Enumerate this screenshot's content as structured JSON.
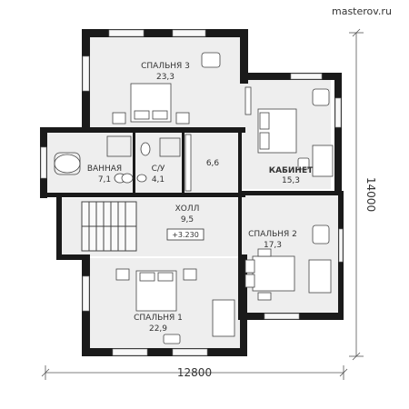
{
  "watermark": "masterov.ru",
  "rooms": {
    "bedroom3": {
      "name": "СПАЛЬНЯ 3",
      "area": "23,3"
    },
    "office": {
      "name": "КАБИНЕТ",
      "area": "15,3"
    },
    "bathroom": {
      "name": "ВАННАЯ",
      "area": "7,1"
    },
    "wc": {
      "name": "С/У",
      "area": "4,1"
    },
    "closet": {
      "area": "6,6"
    },
    "hall": {
      "name": "ХОЛЛ",
      "area": "9,5"
    },
    "bedroom2": {
      "name": "СПАЛЬНЯ 2",
      "area": "17,3"
    },
    "bedroom1": {
      "name": "СПАЛЬНЯ 1",
      "area": "22,9"
    }
  },
  "level_mark": "+3.230",
  "dimensions": {
    "width": "12800",
    "depth": "14000"
  },
  "colors": {
    "wall": "#1a1a1a",
    "floor": "#eeeeee",
    "window": "#f8f8f8",
    "dim": "#555555"
  }
}
